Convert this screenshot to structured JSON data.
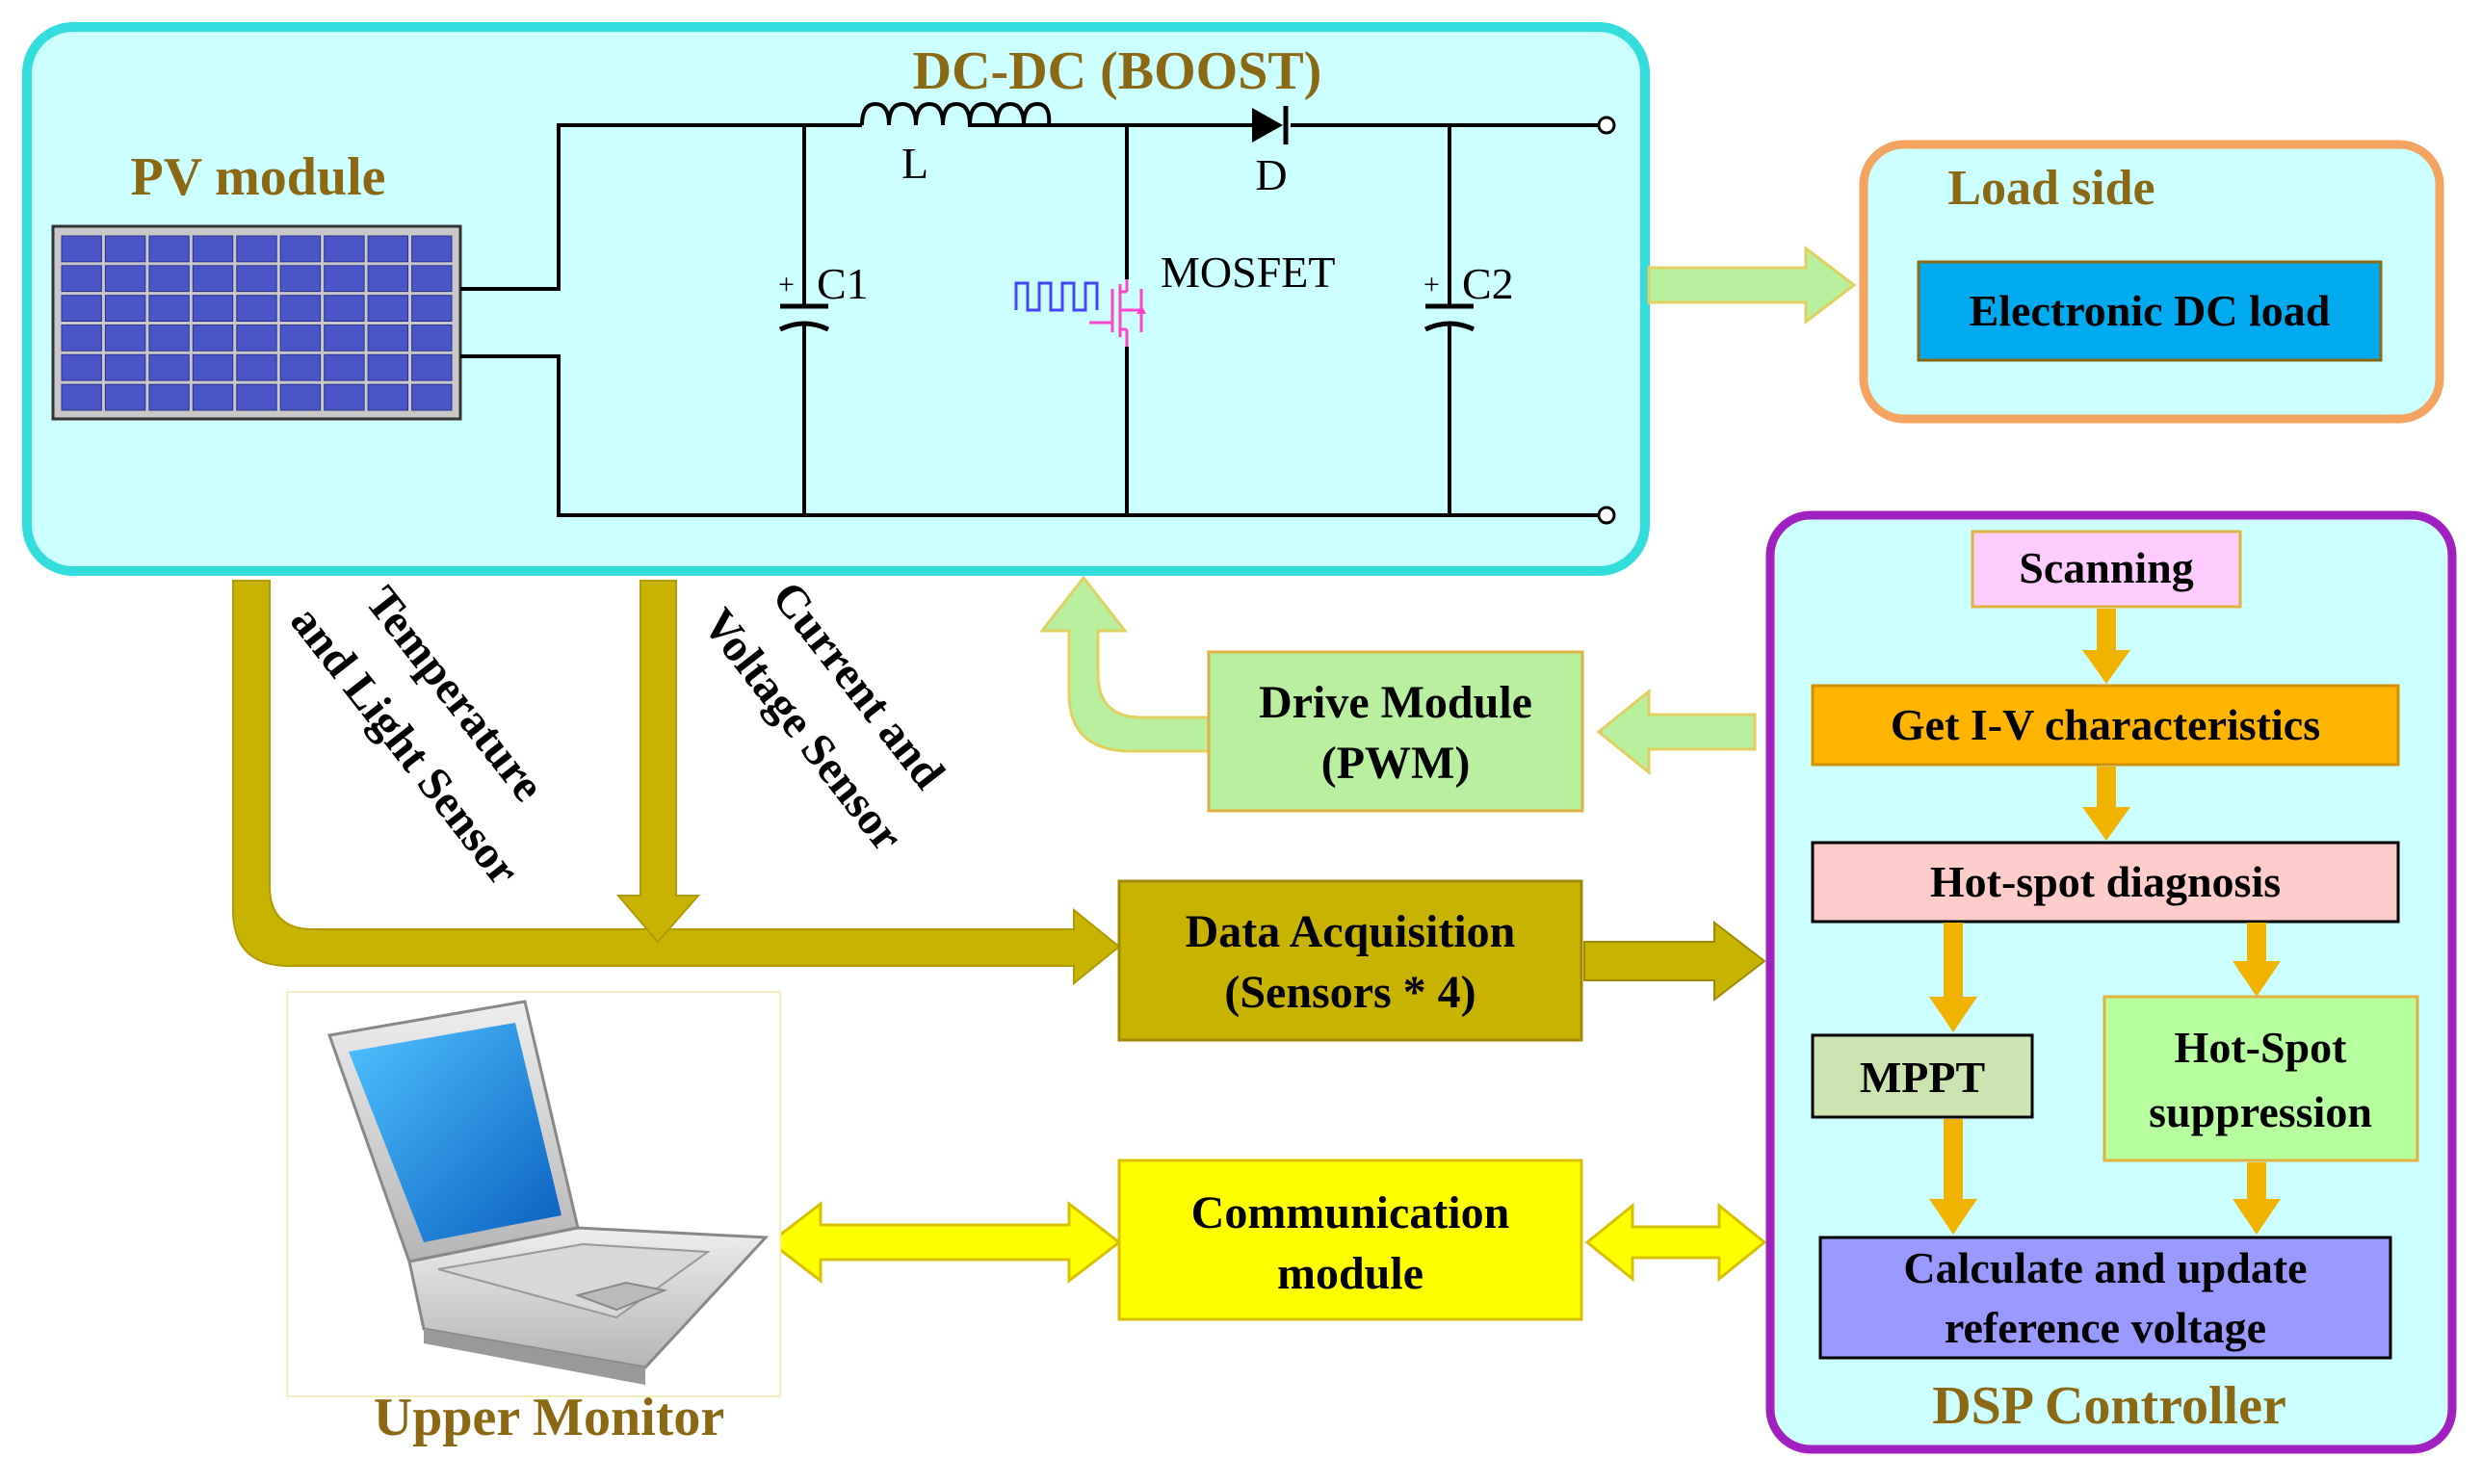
{
  "colors": {
    "dcdc_fill": "#ccffff",
    "dcdc_border": "#33dddd",
    "load_border": "#f4a460",
    "dsp_border": "#a020c0",
    "olive_text": "#8b6914",
    "olive_arrow": "#c8b400",
    "green_arrow": "#b8f0a0",
    "orange_arrow": "#f0b400",
    "yellow_box": "#ffff00",
    "electronic_load": "#00aaee",
    "scanning": "#ffccff",
    "get_iv": "#ffb400",
    "hotspot_diag": "#ffcccc",
    "mppt": "#cce5b0",
    "hotspot_supp": "#b8ffa0",
    "calc_update": "#9999ff"
  },
  "dcdc": {
    "title": "DC-DC (BOOST)",
    "pv_label": "PV module",
    "inductor": "L",
    "diode": "D",
    "cap1": "C1",
    "cap2": "C2",
    "mosfet": "MOSFET",
    "plus": "+"
  },
  "load": {
    "title": "Load side",
    "box": "Electronic DC load"
  },
  "sensors": {
    "temp_line1": "Temperature",
    "temp_line2": "and Light Sensor",
    "cv_line1": "Current and",
    "cv_line2": "Voltage Sensor"
  },
  "drive": {
    "line1": "Drive Module",
    "line2": "(PWM)"
  },
  "daq": {
    "line1": "Data Acquisition",
    "line2": "(Sensors * 4)"
  },
  "comm": {
    "line1": "Communication",
    "line2": "module"
  },
  "monitor": {
    "label": "Upper Monitor"
  },
  "dsp": {
    "title": "DSP Controller",
    "scanning": "Scanning",
    "get_iv": "Get I-V characteristics",
    "hotspot_diag": "Hot-spot diagnosis",
    "mppt": "MPPT",
    "hotspot_supp_1": "Hot-Spot",
    "hotspot_supp_2": "suppression",
    "calc_1": "Calculate and update",
    "calc_2": "reference voltage"
  }
}
